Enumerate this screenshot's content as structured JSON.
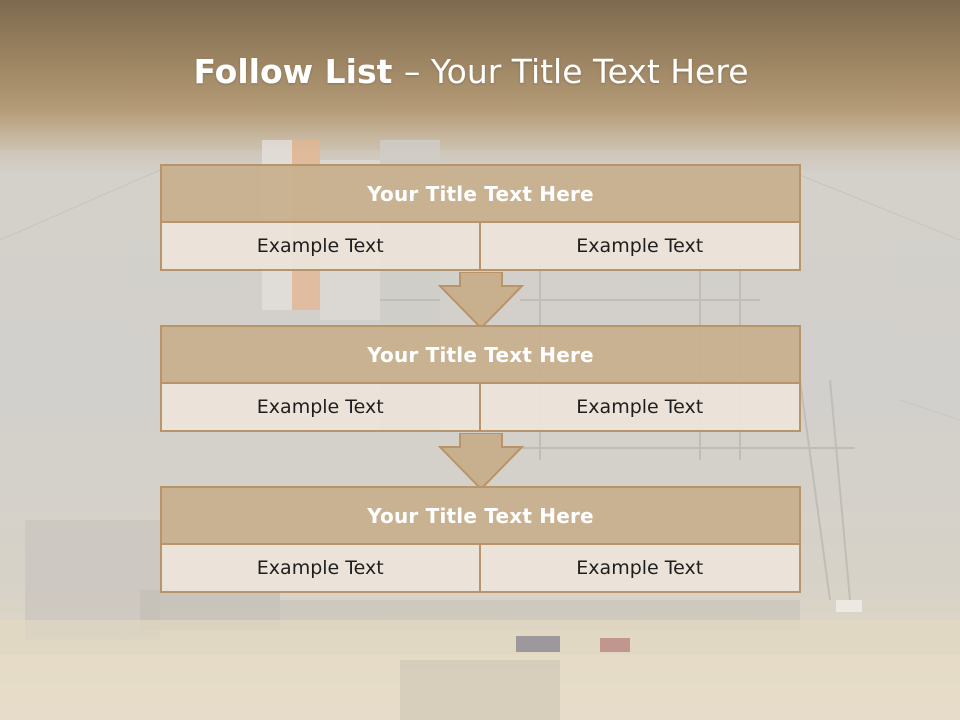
{
  "title": {
    "bold": "Follow List ",
    "rest": " – Your Title Text Here"
  },
  "blocks": [
    {
      "heading": "Your Title Text Here",
      "left": "Example Text",
      "right": "Example Text"
    },
    {
      "heading": "Your Title Text Here",
      "left": "Example Text",
      "right": "Example Text"
    },
    {
      "heading": "Your Title Text Here",
      "left": "Example Text",
      "right": "Example Text"
    }
  ],
  "colors": {
    "header_band": "#9c8462",
    "block_fill": "#c8b08e",
    "block_border": "#b8946a",
    "cell_fill": "#ebe3da",
    "arrow_fill": "#c8b08e"
  },
  "icons": [
    "down-arrow-icon"
  ]
}
